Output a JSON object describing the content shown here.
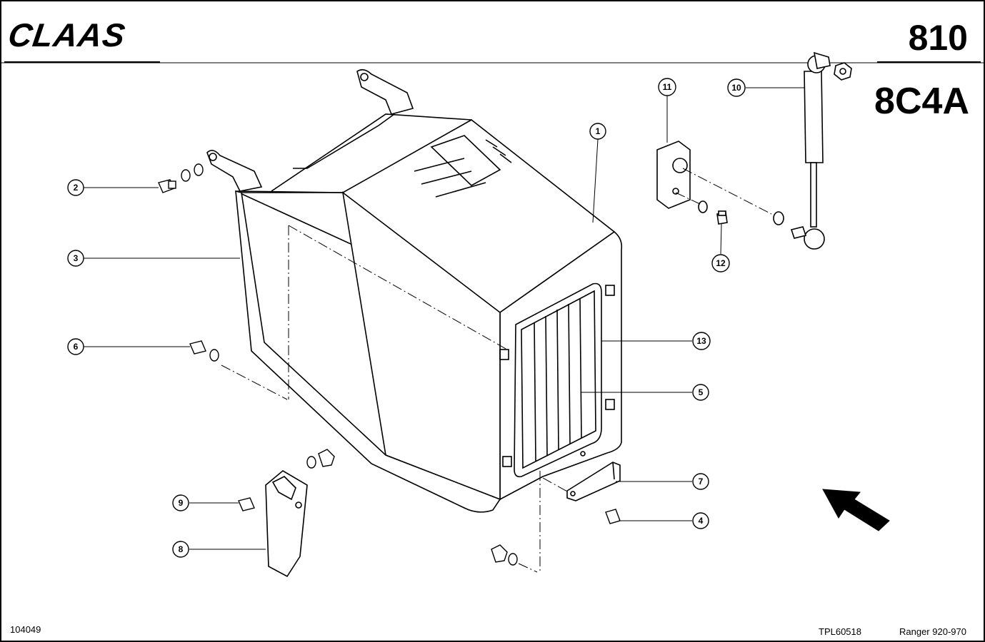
{
  "header": {
    "brand": "CLAAS",
    "page_number": "810",
    "section_code": "8C4A"
  },
  "footer": {
    "drawing_ref": "104049",
    "part_list_ref": "TPL60518",
    "model": "Ranger 920-970"
  },
  "callouts": [
    "1",
    "2",
    "3",
    "4",
    "5",
    "6",
    "7",
    "8",
    "9",
    "10",
    "11",
    "12",
    "13"
  ]
}
